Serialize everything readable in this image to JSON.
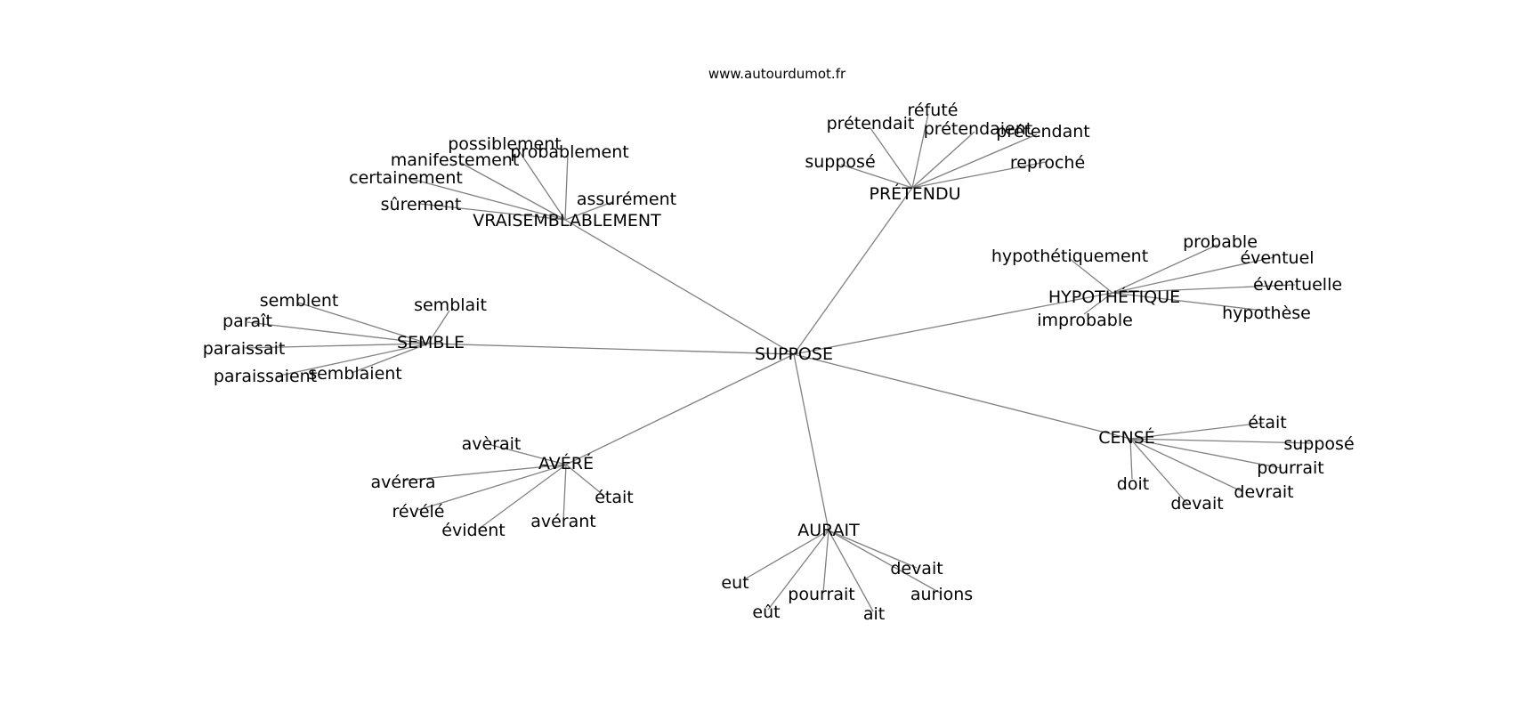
{
  "source": "www.autourdumot.fr",
  "root": "SUPPOSE",
  "clusters": [
    {
      "label": "VRAISEMBLABLEMENT",
      "leaves": [
        "possiblement",
        "probablement",
        "manifestement",
        "certainement",
        "sûrement",
        "assurément"
      ]
    },
    {
      "label": "PRÉTENDU",
      "leaves": [
        "réfuté",
        "prétendait",
        "prétendaient",
        "prétendant",
        "supposé",
        "reproché"
      ]
    },
    {
      "label": "HYPOTHÉTIQUE",
      "leaves": [
        "probable",
        "hypothétiquement",
        "éventuel",
        "éventuelle",
        "hypothèse",
        "improbable"
      ]
    },
    {
      "label": "SEMBLE",
      "leaves": [
        "semblent",
        "semblait",
        "paraît",
        "paraissait",
        "paraissaient",
        "semblaient"
      ]
    },
    {
      "label": "CENSÉ",
      "leaves": [
        "était",
        "supposé",
        "pourrait",
        "devrait",
        "doit",
        "devait"
      ]
    },
    {
      "label": "AVÉRÉ",
      "leaves": [
        "avèrait",
        "avérera",
        "était",
        "révélé",
        "évident",
        "avérant"
      ]
    },
    {
      "label": "AURAIT",
      "leaves": [
        "devait",
        "eut",
        "pourrait",
        "aurions",
        "eût",
        "ait"
      ]
    }
  ]
}
